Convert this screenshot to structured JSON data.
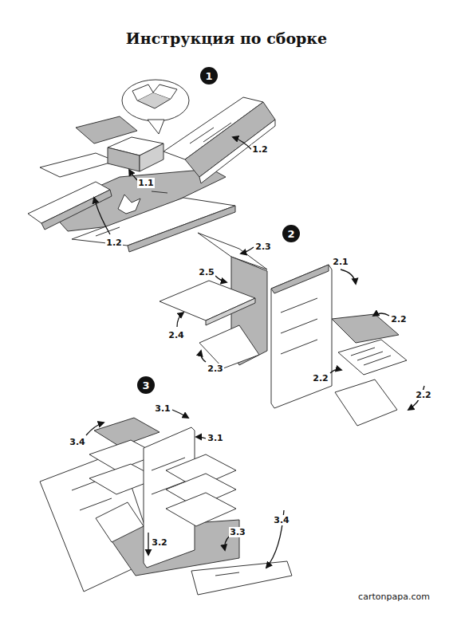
{
  "diagram": {
    "title": "Инструкция по сборке",
    "nodes": [
      {
        "text": [
          "1"
        ]
      },
      {
        "text": [
          "2"
        ]
      },
      {
        "text": [
          "3"
        ]
      }
    ],
    "labels": [
      "1.2",
      "1.1",
      "1.2",
      "2.3",
      "2.1",
      "2.5",
      "2.2",
      "2.4",
      "2.3",
      "2.2",
      "2.2",
      "3.1",
      "3.1",
      "3.4",
      "3.4",
      "3.3",
      "3.2",
      "cartonpapa.com"
    ]
  }
}
